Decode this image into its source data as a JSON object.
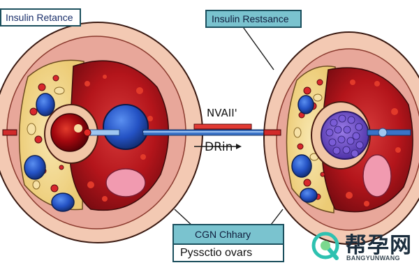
{
  "labels": {
    "title_left": "Insulin Retance",
    "title_right": "Insulin Restsance",
    "arrow_top": "NVAII'",
    "arrow_bottom": "DRin",
    "box_middle": "CGN Chhary",
    "box_bottom": "Pyssctio ovars"
  },
  "watermark": {
    "chinese": "帮孕网",
    "latin": "BANGYUNWANG"
  },
  "colors": {
    "outer_skin": "#f2c7b1",
    "fat_layer": "#f4dc98",
    "red_cell": "#b8141c",
    "blue_vesicle": "#2d5fb0",
    "purple_cluster": "#6a4fbf",
    "label_box_fill": "#7ac3cf",
    "label_box_border": "#1b4f5d",
    "watermark_teal": "#2ec1b0"
  }
}
